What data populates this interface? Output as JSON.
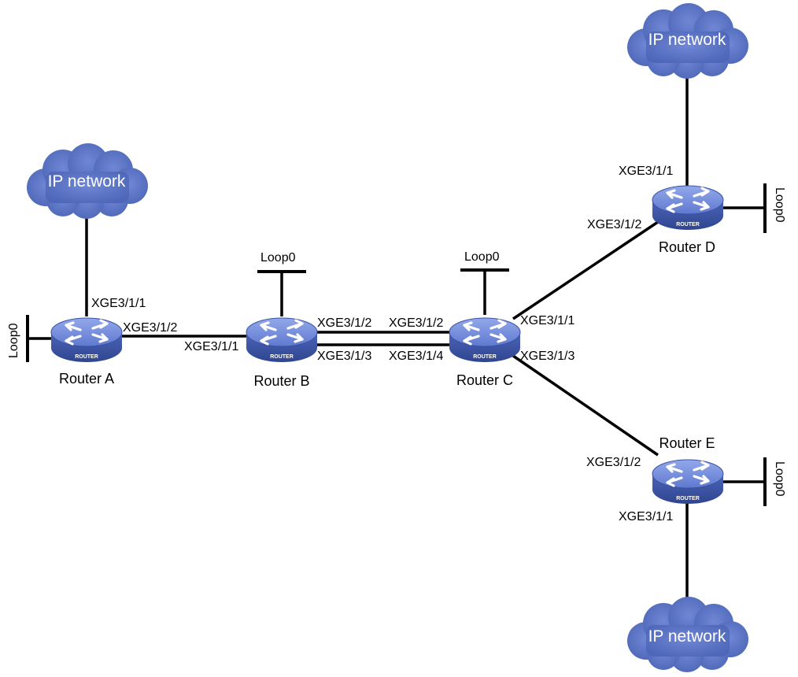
{
  "colors": {
    "router_body": "#4a64b6",
    "router_top": "#7f97e0",
    "router_edge": "#2c3f86",
    "cloud": "#5c75c4",
    "link": "#000000"
  },
  "icons": {
    "router": "router-icon",
    "cloud": "cloud-icon"
  },
  "routers": {
    "a": {
      "name": "Router A",
      "badge": "ROUTER"
    },
    "b": {
      "name": "Router B",
      "badge": "ROUTER"
    },
    "c": {
      "name": "Router C",
      "badge": "ROUTER"
    },
    "d": {
      "name": "Router D",
      "badge": "ROUTER"
    },
    "e": {
      "name": "Router E",
      "badge": "ROUTER"
    }
  },
  "clouds": {
    "a": "IP network",
    "d": "IP network",
    "e": "IP network"
  },
  "loopbacks": {
    "a": "Loop0",
    "b": "Loop0",
    "c": "Loop0",
    "d": "Loop0",
    "e": "Loop0"
  },
  "ports": {
    "a_cloud": "XGE3/1/1",
    "a_b": "XGE3/1/2",
    "b_a": "XGE3/1/1",
    "b_c_1": "XGE3/1/2",
    "b_c_2": "XGE3/1/3",
    "c_b_1": "XGE3/1/2",
    "c_b_2": "XGE3/1/4",
    "c_d": "XGE3/1/1",
    "c_e": "XGE3/1/3",
    "d_cloud": "XGE3/1/1",
    "d_c": "XGE3/1/2",
    "e_c": "XGE3/1/2",
    "e_cloud": "XGE3/1/1"
  }
}
